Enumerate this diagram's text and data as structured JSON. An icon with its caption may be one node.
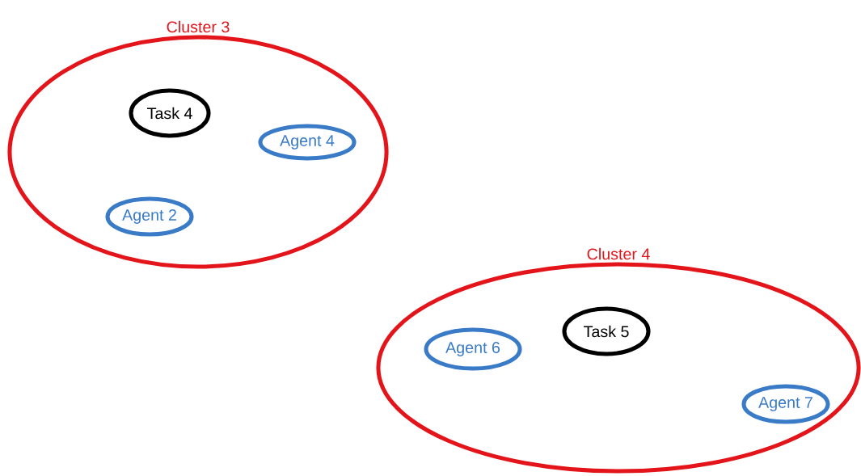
{
  "diagram": {
    "nodes": [
      {
        "text": [
          "Cluster 3"
        ]
      },
      {
        "text": [
          "Task 4"
        ],
        "in": 0
      },
      {
        "text": [
          "Agent 4"
        ],
        "in": 0
      },
      {
        "text": [
          "Agent 2"
        ],
        "in": 0
      },
      {
        "text": [
          "Cluster 4"
        ]
      },
      {
        "text": [
          "Task 5"
        ],
        "in": 4
      },
      {
        "text": [
          "Agent 6"
        ],
        "in": 4
      },
      {
        "text": [
          "Agent 7"
        ],
        "in": 4
      }
    ]
  }
}
